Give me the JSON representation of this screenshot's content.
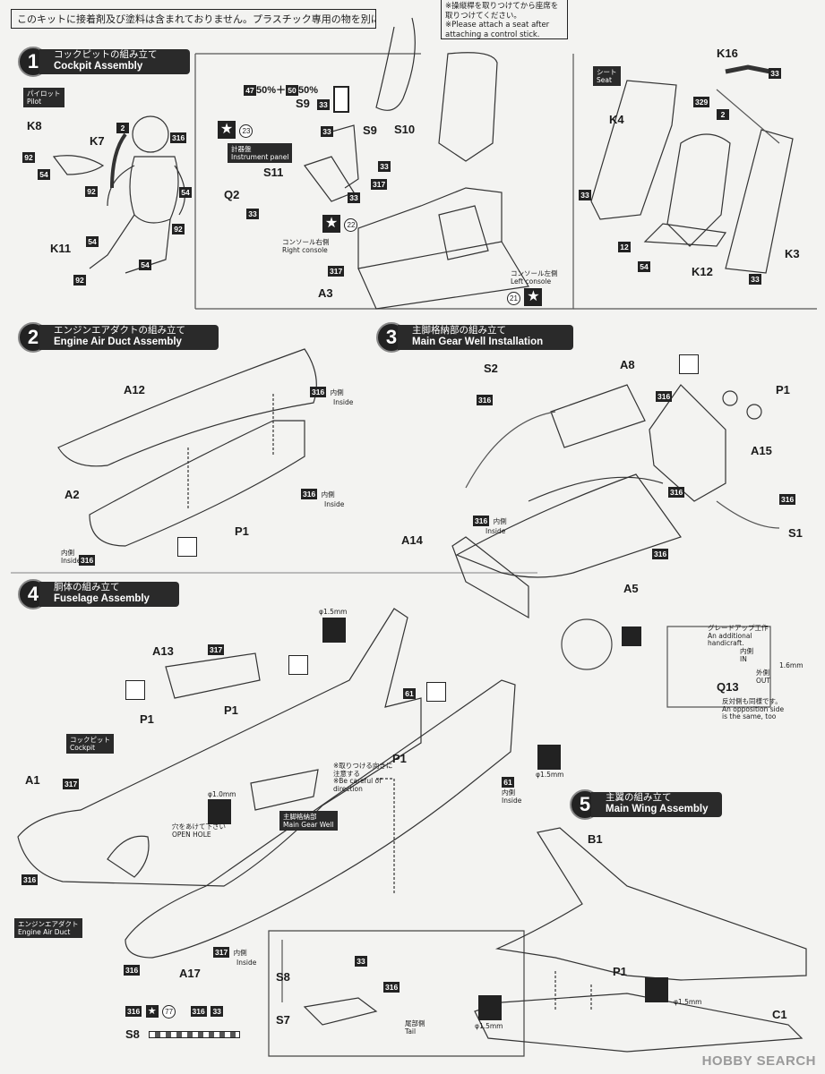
{
  "notice": "このキットに接着剤及び塗料は含まれておりません。プラスチック専用の物を別にお求め下さい。",
  "callout": {
    "jp": "※操縦桿を取りつけてから座席を取りつけてください。",
    "en": "※Please attach a seat after attaching a control stick."
  },
  "steps": [
    {
      "num": "1",
      "jp": "コックピットの組み立て",
      "en": "Cockpit Assembly"
    },
    {
      "num": "2",
      "jp": "エンジンエアダクトの組み立て",
      "en": "Engine Air Duct Assembly"
    },
    {
      "num": "3",
      "jp": "主脚格納部の組み立て",
      "en": "Main Gear Well Installation"
    },
    {
      "num": "4",
      "jp": "胴体の組み立て",
      "en": "Fuselage Assembly"
    },
    {
      "num": "5",
      "jp": "主翼の組み立て",
      "en": "Main Wing Assembly"
    }
  ],
  "tags": {
    "pilot": {
      "jp": "パイロット",
      "en": "Pilot"
    },
    "seat": {
      "jp": "シート",
      "en": "Seat"
    },
    "instrument": {
      "jp": "計器盤",
      "en": "Instrument panel"
    },
    "cockpit": {
      "jp": "コックピット",
      "en": "Cockpit"
    },
    "main_gear_well": {
      "jp": "主脚格納部",
      "en": "Main Gear Well"
    },
    "engine_air_duct": {
      "jp": "エンジンエアダクト",
      "en": "Engine Air Duct"
    }
  },
  "mix": {
    "a": "47",
    "a_pct": "50%",
    "plus": "＋",
    "b": "50",
    "b_pct": "50%"
  },
  "labels": {
    "right_console_jp": "コンソール右側",
    "right_console_en": "Right console",
    "left_console_jp": "コンソール左側",
    "left_console_en": "Left console",
    "inside_jp": "内側",
    "inside_en": "Inside",
    "open_hole_jp": "穴をあけて下さい",
    "open_hole_en": "OPEN HOLE",
    "direction_jp1": "※取りつける向きに",
    "direction_jp2": "注意する",
    "direction_en1": "※Be careful of",
    "direction_en2": "direction",
    "tail_jp": "尾部側",
    "tail_en": "Tail",
    "grade_jp": "グレードアップ工作",
    "grade_en1": "An additional",
    "grade_en2": "handicraft.",
    "in_jp": "内側",
    "in_en": "IN",
    "out_jp": "外側",
    "out_en": "OUT",
    "opposite_jp": "反対側も同様です。",
    "opposite_en1": "An opposition side",
    "opposite_en2": "is the same, too",
    "d15": "φ1.5mm",
    "d10": "φ1.0mm",
    "len16": "1.6mm"
  },
  "parts": {
    "k8": "K8",
    "k7": "K7",
    "k11": "K11",
    "k4": "K4",
    "k12": "K12",
    "k3": "K3",
    "k16": "K16",
    "s9": "S9",
    "s10": "S10",
    "s11": "S11",
    "q2": "Q2",
    "a3": "A3",
    "a12": "A12",
    "a2": "A2",
    "p1": "P1",
    "s2": "S2",
    "a8": "A8",
    "a15": "A15",
    "a14": "A14",
    "a5": "A5",
    "s1": "S1",
    "a13": "A13",
    "a1": "A1",
    "a17": "A17",
    "s8": "S8",
    "s7": "S7",
    "q13": "Q13",
    "b1": "B1",
    "c1": "C1"
  },
  "colors": {
    "c92": "92",
    "c54": "54",
    "c316": "316",
    "c317": "317",
    "c33": "33",
    "c329": "329",
    "c2": "2",
    "c12": "12",
    "c61": "61",
    "c47": "47",
    "c50": "50"
  },
  "decals": {
    "d23": "23",
    "d22": "22",
    "d21": "21",
    "d77": "77"
  },
  "watermark": "HOBBY SEARCH",
  "icons": [
    "star-icon",
    "drill-icon",
    "no-glue-icon",
    "arrow-icon"
  ]
}
